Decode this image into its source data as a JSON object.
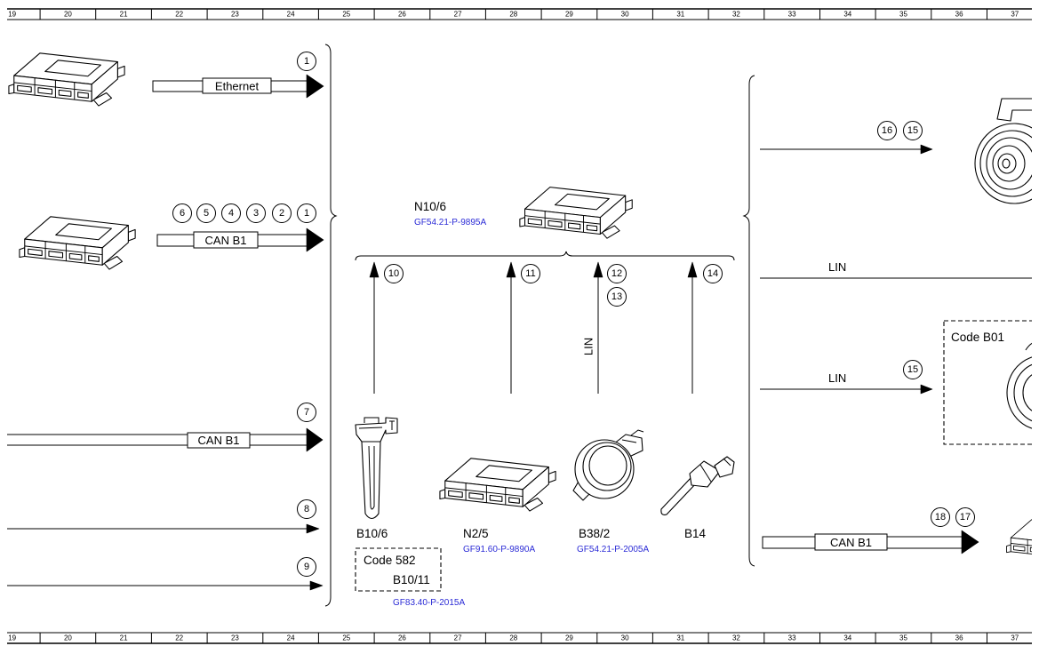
{
  "ruler": {
    "columns": [
      "19",
      "20",
      "21",
      "22",
      "23",
      "24",
      "25",
      "26",
      "27",
      "28",
      "29",
      "30",
      "31",
      "32",
      "33",
      "34",
      "35",
      "36",
      "37"
    ]
  },
  "left_connections": [
    {
      "bus": "Ethernet",
      "callouts": [
        "1"
      ]
    },
    {
      "bus": "CAN B1",
      "callouts": [
        "6",
        "5",
        "4",
        "3",
        "2",
        "1"
      ]
    },
    {
      "bus": "CAN B1",
      "callouts": [
        "7"
      ]
    },
    {
      "callouts": [
        "8"
      ]
    },
    {
      "callouts": [
        "9"
      ]
    }
  ],
  "control_unit": {
    "label": "N10/6",
    "doc_ref": "GF54.21-P-9895A"
  },
  "inputs": [
    {
      "callouts": [
        "10"
      ]
    },
    {
      "callouts": [
        "11"
      ]
    },
    {
      "bus": "LIN",
      "callouts": [
        "12",
        "13"
      ]
    },
    {
      "callouts": [
        "14"
      ]
    }
  ],
  "components": [
    {
      "label": "B10/6",
      "option": {
        "code": "Code 582",
        "label": "B10/11",
        "doc_ref": "GF83.40-P-2015A"
      }
    },
    {
      "label": "N2/5",
      "doc_ref": "GF91.60-P-9890A"
    },
    {
      "label": "B38/2",
      "doc_ref": "GF54.21-P-2005A"
    },
    {
      "label": "B14"
    }
  ],
  "right_connections": [
    {
      "callouts": [
        "16",
        "15"
      ]
    },
    {
      "bus": "LIN"
    },
    {
      "bus": "LIN",
      "callouts": [
        "15"
      ],
      "option": {
        "code": "Code B01"
      }
    },
    {
      "bus": "CAN B1",
      "callouts": [
        "18",
        "17"
      ]
    }
  ],
  "icons": {
    "control_unit": "control-unit-icon",
    "probe_sensor": "probe-sensor-icon",
    "ring_sensor": "ring-sensor-icon",
    "temperature_sensor": "temperature-sensor-icon",
    "round_component": "round-component-icon"
  },
  "colors": {
    "line": "#000000",
    "doc_ref": "#2b2bd6",
    "background": "#ffffff"
  }
}
